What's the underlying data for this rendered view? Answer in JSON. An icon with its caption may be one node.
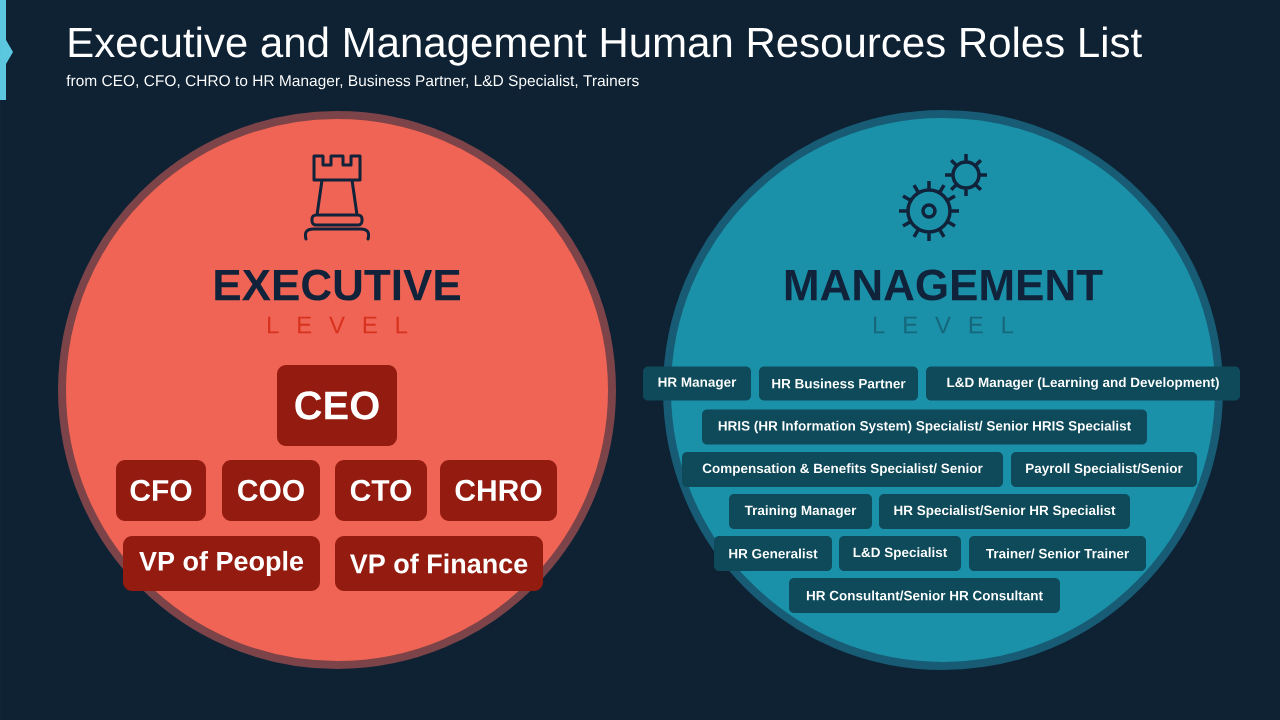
{
  "diagram": {
    "title": "Executive and Management Human Resources Roles List",
    "nodes": [
      {
        "text": [
          "EXECUTIVE",
          "L E V E L"
        ]
      },
      {
        "text": [
          "CEO"
        ],
        "in": 0
      },
      {
        "text": [
          "CFO"
        ],
        "in": 0
      },
      {
        "text": [
          "COO"
        ],
        "in": 0
      },
      {
        "text": [
          "CTO"
        ],
        "in": 0
      },
      {
        "text": [
          "CHRO"
        ],
        "in": 0
      },
      {
        "text": [
          "VP of People"
        ],
        "in": 0
      },
      {
        "text": [
          "VP of Finance"
        ],
        "in": 0
      },
      {
        "text": [
          "MANAGEMENT",
          "L E V E L"
        ]
      },
      {
        "text": [
          "HR Manager"
        ],
        "in": 8
      },
      {
        "text": [
          "HR Business Partner"
        ],
        "in": 8
      },
      {
        "text": [
          "L&D Manager (Learning and Development)"
        ],
        "in": 8
      },
      {
        "text": [
          "HRIS (HR Information System) Specialist/ Senior HRIS Specialist"
        ],
        "in": 8
      },
      {
        "text": [
          "Compensation & Benefits Specialist/ Senior"
        ],
        "in": 8
      },
      {
        "text": [
          "Payroll Specialist/Senior"
        ],
        "in": 8
      },
      {
        "text": [
          "Training Manager"
        ],
        "in": 8
      },
      {
        "text": [
          "HR Specialist/Senior HR Specialist"
        ],
        "in": 8
      },
      {
        "text": [
          "HR Generalist"
        ],
        "in": 8
      },
      {
        "text": [
          "L&D Specialist"
        ],
        "in": 8
      },
      {
        "text": [
          "Trainer/ Senior Trainer"
        ],
        "in": 8
      },
      {
        "text": [
          "HR Consultant/Senior HR Consultant"
        ],
        "in": 8
      }
    ],
    "labels": [
      "from CEO, CFO, CHRO to HR Manager, Business Partner, L&D Specialist, Trainers"
    ]
  }
}
